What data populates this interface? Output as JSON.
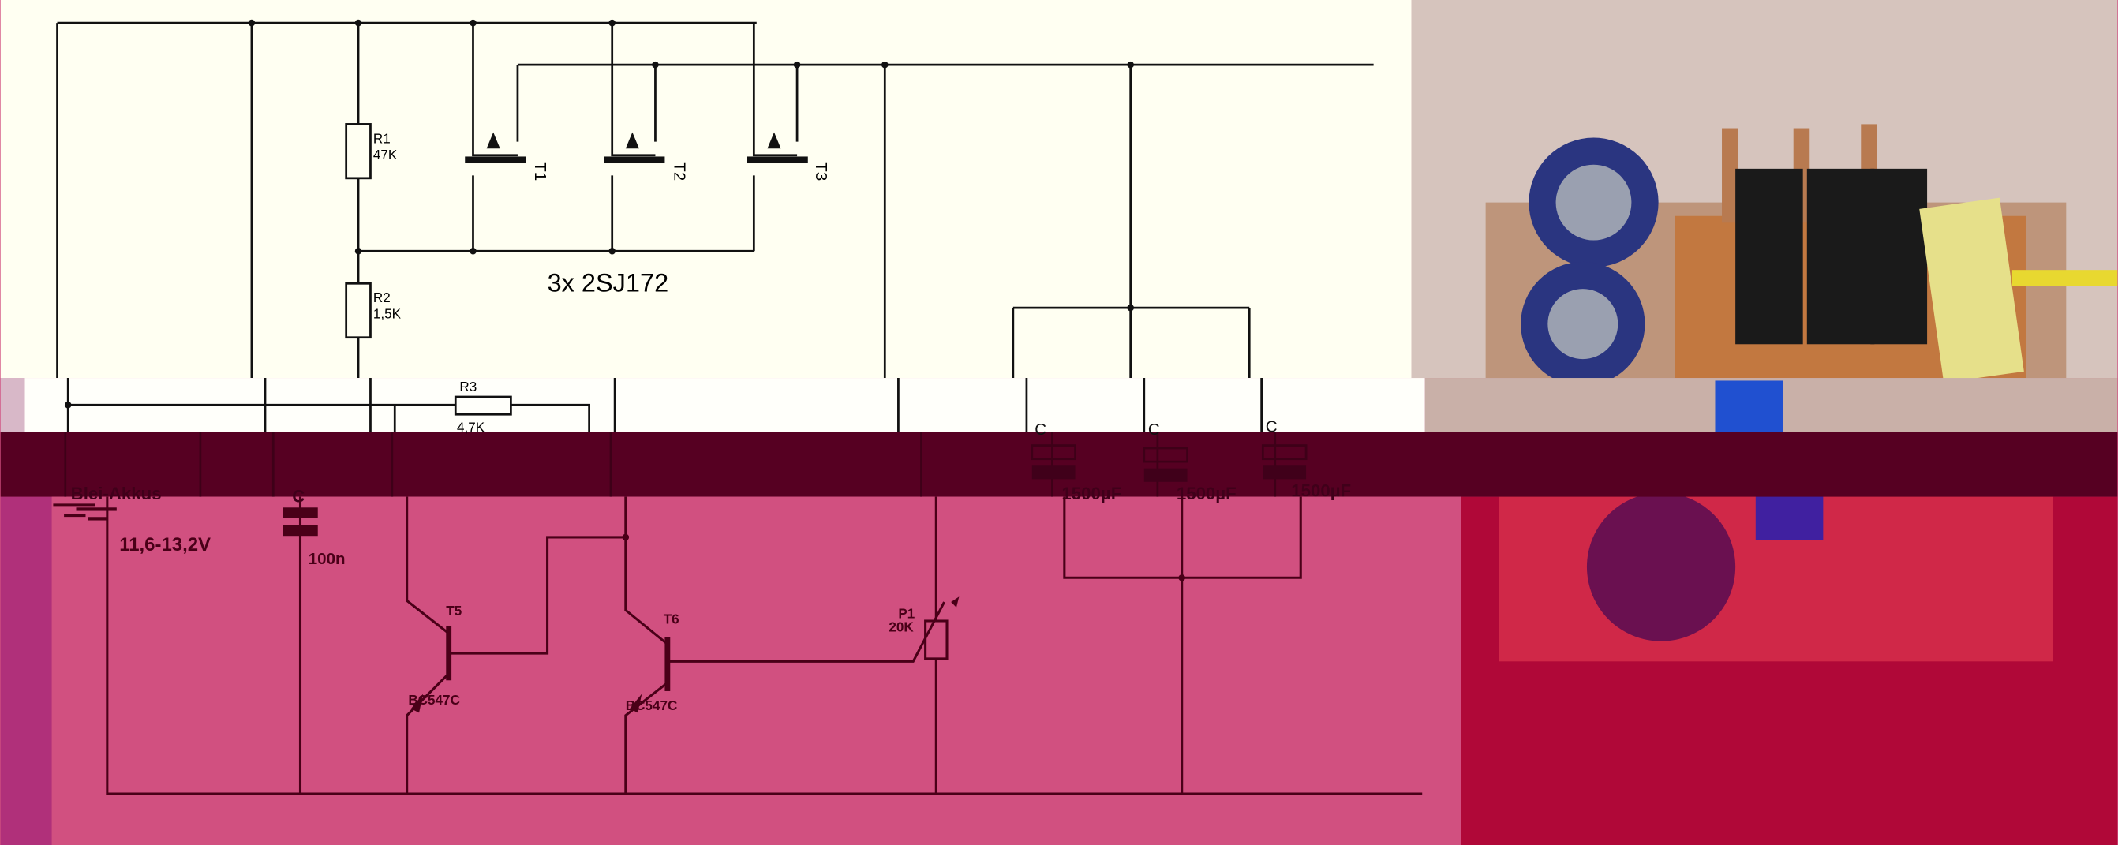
{
  "schematic": {
    "components": {
      "r1": {
        "name": "R1",
        "value": "47K"
      },
      "r2": {
        "name": "R2",
        "value": "1,5K"
      },
      "r3": {
        "name": "R3",
        "value": "4,7K"
      },
      "t1": "T1",
      "t2": "T2",
      "t3": "T3",
      "mosfet_note": "3x 2SJ172",
      "battery": {
        "name": "Blei-Akkus",
        "voltage": "11,6-13,2V"
      },
      "c_input": {
        "name": "C",
        "value": "100n"
      },
      "t5": {
        "name": "T5",
        "type": "BC547C"
      },
      "t6": {
        "name": "T6",
        "type": "BC547C"
      },
      "p1": {
        "name": "P1",
        "value": "20K"
      },
      "c_out": [
        {
          "name": "C",
          "value": "1500µF"
        },
        {
          "name": "C",
          "value": "1500µF"
        },
        {
          "name": "C",
          "value": "1500µF"
        }
      ]
    }
  },
  "colors": {
    "paper": "#fffff2",
    "band_dark": "#560022",
    "band_pink": "#d15080",
    "photo_bg": "#d9c8c2"
  }
}
